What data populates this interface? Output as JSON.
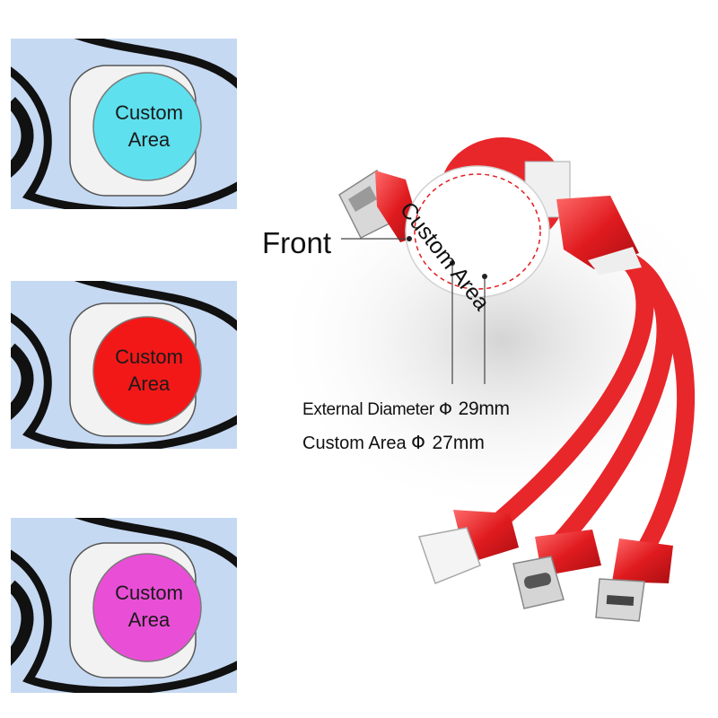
{
  "panels": [
    {
      "line1": "Custom",
      "line2": "Area",
      "color": "#5ee0ee"
    },
    {
      "line1": "Custom",
      "line2": "Area",
      "color": "#f31818"
    },
    {
      "line1": "Custom",
      "line2": "Area",
      "color": "#e94fd6"
    }
  ],
  "product": {
    "front_label": "Front",
    "area_label": "Custom Area",
    "external_diameter_label": "External Diameter",
    "external_diameter_symbol": "Φ",
    "external_diameter_value": "29mm",
    "custom_area_label": "Custom Area",
    "custom_area_symbol": "Φ",
    "custom_area_value": "27mm",
    "cable_color": "#e8272b"
  }
}
